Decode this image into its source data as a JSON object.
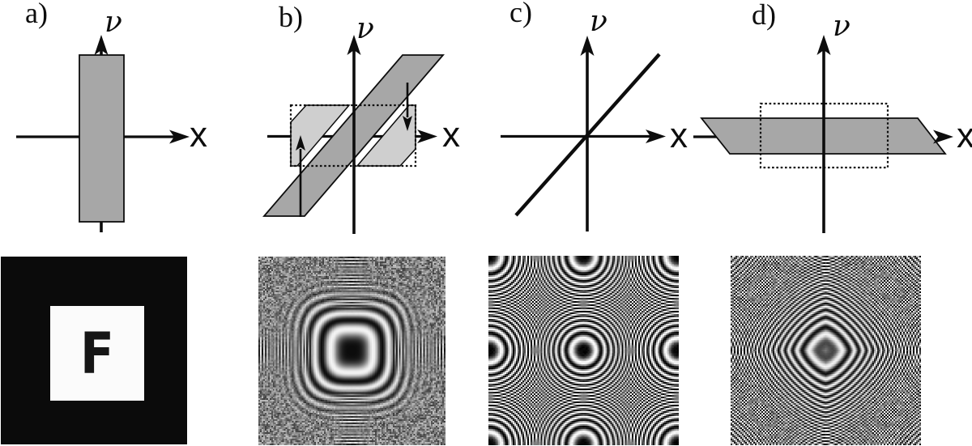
{
  "colors": {
    "background": "#ffffff",
    "ink": "#0d0d0d",
    "shape_gray": "#a7a7a7",
    "shape_light_gray": "#cfcfcf",
    "image_a_black": "#0b0b0b",
    "image_a_white": "#fbfbfb"
  },
  "panels": {
    "a": {
      "label": "a)",
      "axis_vertical": "ν",
      "axis_horizontal": "x"
    },
    "b": {
      "label": "b)",
      "axis_vertical": "ν",
      "axis_horizontal": "x"
    },
    "c": {
      "label": "c)",
      "axis_vertical": "ν",
      "axis_horizontal": "x"
    },
    "d": {
      "label": "d)",
      "axis_vertical": "ν",
      "axis_horizontal": "x"
    }
  },
  "images": {
    "a": {
      "type": "letter-image",
      "letter": "F"
    },
    "b": {
      "type": "phase-image",
      "pattern": "square-chirp-phase"
    },
    "c": {
      "type": "phase-image",
      "pattern": "zone-plate-phase"
    },
    "d": {
      "type": "phase-image",
      "pattern": "sheared-chirp-phase"
    }
  }
}
